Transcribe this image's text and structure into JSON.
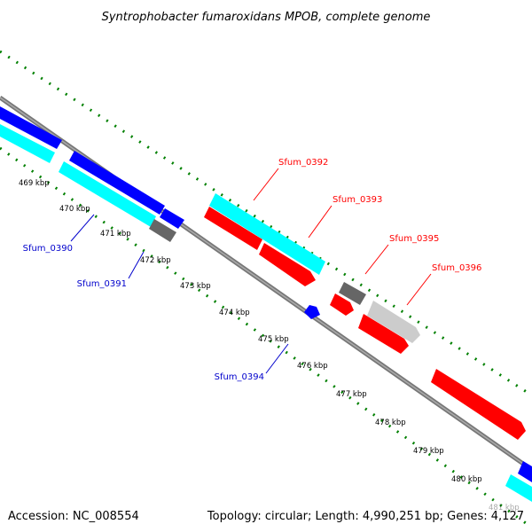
{
  "title": "Syntrophobacter fumaroxidans MPOB, complete genome",
  "footer": {
    "accession": "Accession: NC_008554",
    "topology": "Topology: circular; Length: 4,990,251 bp; Genes: 4,127"
  },
  "colors": {
    "forward_cds": "#0000ff",
    "forward_cds_alt": "#00ffff",
    "reverse_cds": "#ff0000",
    "other_dark": "#666666",
    "other_light": "#cccccc",
    "backbone": "#777777",
    "ticks": "#008000",
    "label_red": "#ff0000",
    "label_blue": "#0000cc"
  },
  "kbp_labels": [
    "469 kbp",
    "470 kbp",
    "471 kbp",
    "472 kbp",
    "473 kbp",
    "474 kbp",
    "475 kbp",
    "476 kbp",
    "477 kbp",
    "478 kbp",
    "479 kbp",
    "480 kbp",
    "481 kbp"
  ],
  "gene_labels": {
    "sfum_0390": "Sfum_0390",
    "sfum_0391": "Sfum_0391",
    "sfum_0392": "Sfum_0392",
    "sfum_0393": "Sfum_0393",
    "sfum_0394": "Sfum_0394",
    "sfum_0395": "Sfum_0395",
    "sfum_0396": "Sfum_0396"
  }
}
